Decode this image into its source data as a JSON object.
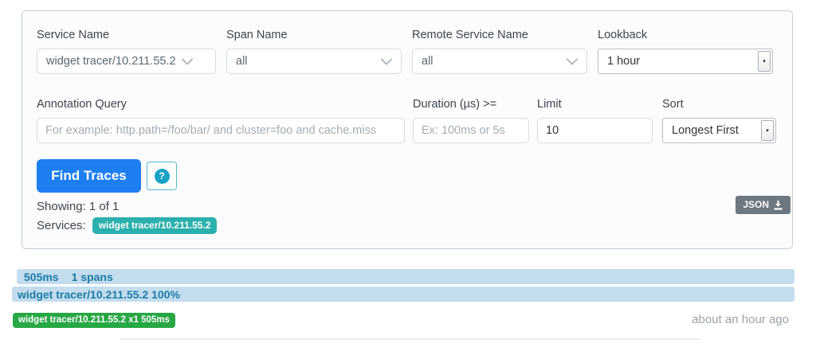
{
  "panel": {
    "service": {
      "label": "Service Name",
      "value": "widget tracer/10.211.55.2"
    },
    "span": {
      "label": "Span Name",
      "value": "all"
    },
    "remote": {
      "label": "Remote Service Name",
      "value": "all"
    },
    "lookback": {
      "label": "Lookback",
      "value": "1 hour"
    },
    "annotation": {
      "label": "Annotation Query",
      "placeholder": "For example: http.path=/foo/bar/ and cluster=foo and cache.miss"
    },
    "duration": {
      "label": "Duration (µs) >=",
      "placeholder": "Ex: 100ms or 5s"
    },
    "limit": {
      "label": "Limit",
      "value": "10"
    },
    "sort": {
      "label": "Sort",
      "value": "Longest First"
    },
    "find_traces_label": "Find Traces",
    "help_label": "?",
    "showing": "Showing: 1 of 1",
    "services_label": "Services:",
    "service_badge": "widget tracer/10.211.55.2",
    "json_label": "JSON"
  },
  "results": {
    "duration": "505ms",
    "span_count": "1 spans",
    "service_percent": "widget tracer/10.211.55.2 100%",
    "trace_badge": "widget tracer/10.211.55.2 x1 505ms",
    "time_ago": "about an hour ago"
  },
  "colors": {
    "accentBlue": "#1d7ef2",
    "helpTeal": "#18a2c4",
    "badgeTeal": "#2bb0ad",
    "badgeGreen": "#28a745",
    "jsonGray": "#6c7780",
    "barBg": "#c3ddee",
    "barText": "#1b7ba8"
  }
}
